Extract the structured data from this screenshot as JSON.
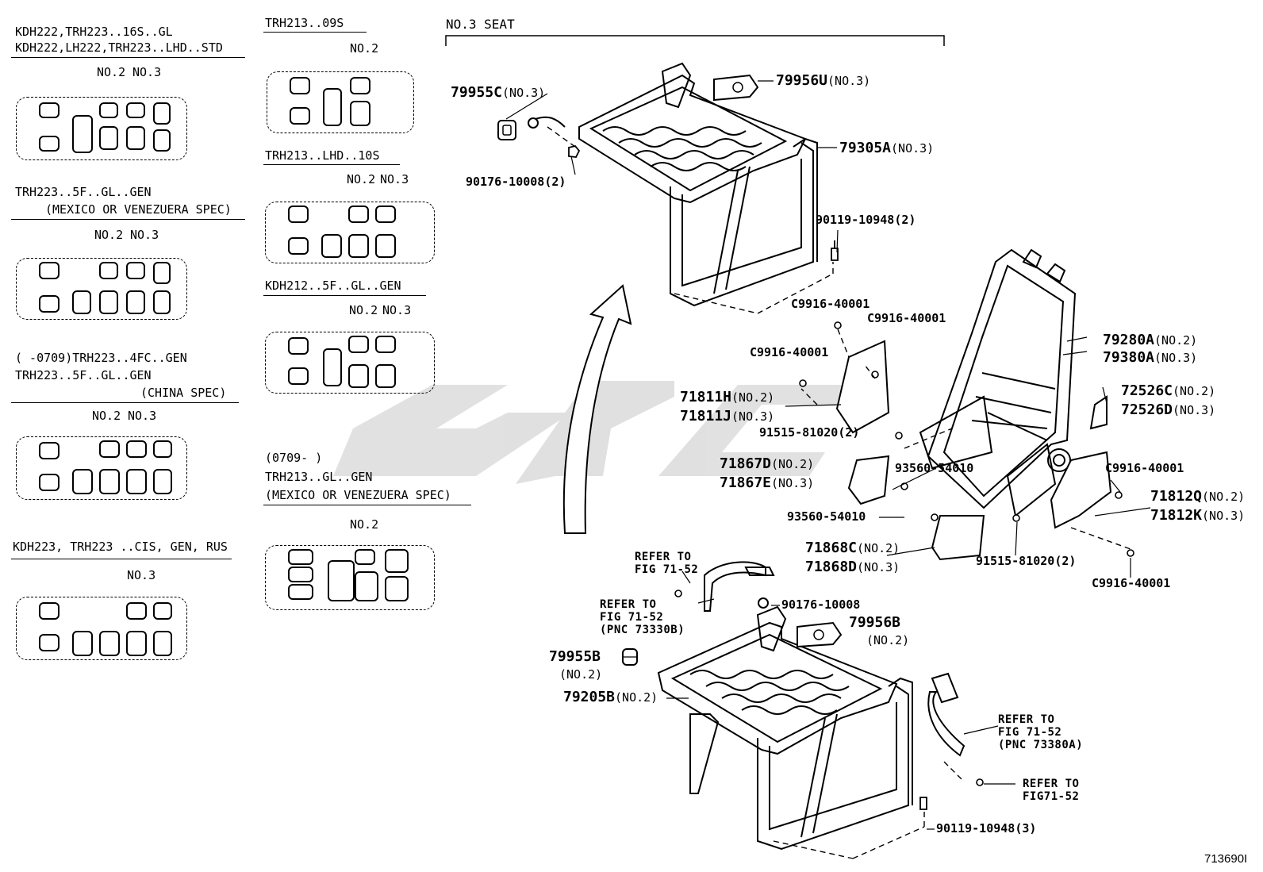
{
  "figure_id": "713690I",
  "left_column": {
    "cfg1": {
      "line1": "KDH222,TRH223..16S..GL",
      "line2": "KDH222,LH222,TRH223..LHD..STD",
      "marks": [
        "NO.2",
        "NO.3"
      ]
    },
    "cfg2": {
      "line1": "TRH223..5F..GL..GEN",
      "line2": "(MEXICO OR VENEZUERA SPEC)",
      "marks": [
        "NO.2",
        "NO.3"
      ]
    },
    "cfg3": {
      "line1": "(      -0709)TRH223..4FC..GEN",
      "line2": "TRH223..5F..GL..GEN",
      "line3": "(CHINA SPEC)",
      "marks": [
        "NO.2",
        "NO.3"
      ]
    },
    "cfg4": {
      "line1": "KDH223, TRH223 ..CIS, GEN, RUS",
      "marks": [
        "NO.3"
      ]
    }
  },
  "mid_column": {
    "cfg1": {
      "line1": "TRH213..09S",
      "marks": [
        "NO.2"
      ]
    },
    "cfg2": {
      "line1": "TRH213..LHD..10S",
      "marks": [
        "NO.2",
        "NO.3"
      ]
    },
    "cfg3": {
      "line1": "KDH212..5F..GL..GEN",
      "marks": [
        "NO.2",
        "NO.3"
      ]
    },
    "cfg4": {
      "line1": "(0709-     )",
      "line2": "TRH213..GL..GEN",
      "line3": "(MEXICO OR VENEZUERA SPEC)",
      "marks": [
        "NO.2"
      ]
    }
  },
  "section_title": "NO.3 SEAT",
  "parts": {
    "p79955C": {
      "pn": "79955C",
      "q": "(NO.3)"
    },
    "p79956U": {
      "pn": "79956U",
      "q": "(NO.3)"
    },
    "p79305A": {
      "pn": "79305A",
      "q": "(NO.3)"
    },
    "p9017610008a": {
      "pn": "90176-10008(2)"
    },
    "p9011910948a": {
      "pn": "90119-10948(2)"
    },
    "pC9916a": {
      "pn": "C9916-40001"
    },
    "pC9916b": {
      "pn": "C9916-40001"
    },
    "pC9916c": {
      "pn": "C9916-40001"
    },
    "pC9916d": {
      "pn": "C9916-40001"
    },
    "pC9916e": {
      "pn": "C9916-40001"
    },
    "p79280A": {
      "pn": "79280A",
      "q": "(NO.2)"
    },
    "p79380A": {
      "pn": "79380A",
      "q": "(NO.3)"
    },
    "p72526C": {
      "pn": "72526C",
      "q": "(NO.2)"
    },
    "p72526D": {
      "pn": "72526D",
      "q": "(NO.3)"
    },
    "p71811H": {
      "pn": "71811H",
      "q": "(NO.2)"
    },
    "p71811J": {
      "pn": "71811J",
      "q": "(NO.3)"
    },
    "p9151581020a": {
      "pn": "91515-81020(2)"
    },
    "p9151581020b": {
      "pn": "91515-81020(2)"
    },
    "p71867D": {
      "pn": "71867D",
      "q": "(NO.2)"
    },
    "p71867E": {
      "pn": "71867E",
      "q": "(NO.3)"
    },
    "p9356054010a": {
      "pn": "93560-54010"
    },
    "p9356054010b": {
      "pn": "93560-54010"
    },
    "p71812Q": {
      "pn": "71812Q",
      "q": "(NO.2)"
    },
    "p71812K": {
      "pn": "71812K",
      "q": "(NO.3)"
    },
    "p71868C": {
      "pn": "71868C",
      "q": "(NO.2)"
    },
    "p71868D": {
      "pn": "71868D",
      "q": "(NO.3)"
    },
    "p9017610008b": {
      "pn": "90176-10008"
    },
    "p79956B": {
      "pn": "79956B",
      "q": "(NO.2)"
    },
    "p79955B": {
      "pn": "79955B",
      "q": "(NO.2)"
    },
    "p79205B": {
      "pn": "79205B",
      "q": "(NO.2)"
    },
    "p9011910948b": {
      "pn": "90119-10948(3)"
    }
  },
  "refs": {
    "r1": {
      "l1": "REFER TO",
      "l2": "FIG 71-52"
    },
    "r2": {
      "l1": "REFER TO",
      "l2": "FIG 71-52",
      "l3": "(PNC 73330B)"
    },
    "r3": {
      "l1": "REFER TO",
      "l2": "FIG 71-52",
      "l3": "(PNC 73380A)"
    },
    "r4": {
      "l1": "REFER TO",
      "l2": "FIG71-52"
    }
  }
}
